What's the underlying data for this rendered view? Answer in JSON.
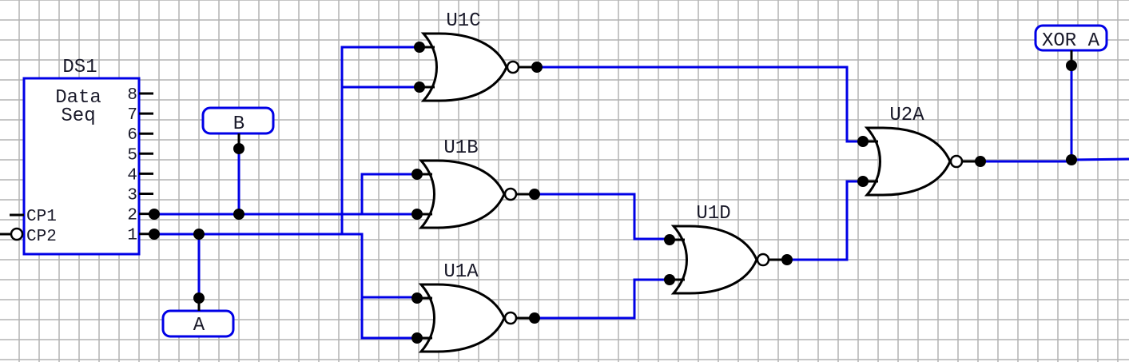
{
  "schematic": {
    "title": "NOR-gate XOR circuit",
    "colors": {
      "wire": "#0000e6",
      "component": "#000000",
      "grid": "#b4b4b4",
      "text": "#1a1a2a"
    },
    "data_sequencer": {
      "ref": "DS1",
      "label_line1": "Data",
      "label_line2": "Seq",
      "outputs": [
        "8",
        "7",
        "6",
        "5",
        "4",
        "3",
        "2",
        "1"
      ],
      "clock_inputs": [
        "CP1",
        "CP2"
      ]
    },
    "gates": [
      {
        "ref": "U1C",
        "type": "NOR"
      },
      {
        "ref": "U1B",
        "type": "NOR"
      },
      {
        "ref": "U1A",
        "type": "NOR"
      },
      {
        "ref": "U1D",
        "type": "NOR"
      },
      {
        "ref": "U2A",
        "type": "NOR"
      }
    ],
    "probes": [
      {
        "name": "B"
      },
      {
        "name": "A"
      },
      {
        "name": "XOR A"
      }
    ]
  }
}
